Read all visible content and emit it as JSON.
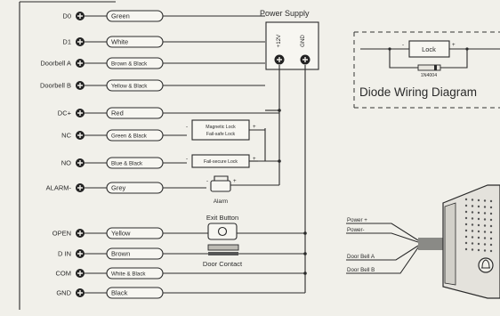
{
  "terminals": [
    {
      "pin": "D0",
      "wire": "Green"
    },
    {
      "pin": "D1",
      "wire": "White"
    },
    {
      "pin": "Doorbell A",
      "wire": "Brown & Black"
    },
    {
      "pin": "Doorbell B",
      "wire": "Yellow & Black"
    },
    {
      "pin": "DC+",
      "wire": "Red"
    },
    {
      "pin": "NC",
      "wire": "Green & Black"
    },
    {
      "pin": "NO",
      "wire": "Blue & Black"
    },
    {
      "pin": "ALARM-",
      "wire": "Grey"
    },
    {
      "pin": "OPEN",
      "wire": "Yellow"
    },
    {
      "pin": "D IN",
      "wire": "Brown"
    },
    {
      "pin": "COM",
      "wire": "White & Black"
    },
    {
      "pin": "GND",
      "wire": "Black"
    }
  ],
  "power_supply": {
    "title": "Power Supply",
    "pos": "+12V",
    "neg": "GND"
  },
  "devices": {
    "maglock_line1": "Magnetic Lock",
    "maglock_line2": "Fail-safe Lock",
    "failsecure": "Fail-secure Lock",
    "alarm": "Alarm",
    "exit_button": "Exit Button",
    "door_contact": "Door Contact",
    "minus": "-",
    "plus": "+"
  },
  "diode": {
    "lock": "Lock",
    "part": "1N4004",
    "title": "Diode Wiring Diagram"
  },
  "doorbell": {
    "power_pos": "Power +",
    "power_neg": "Power-",
    "bell_a": "Door Bell  A",
    "bell_b": "Door Bell  B"
  }
}
